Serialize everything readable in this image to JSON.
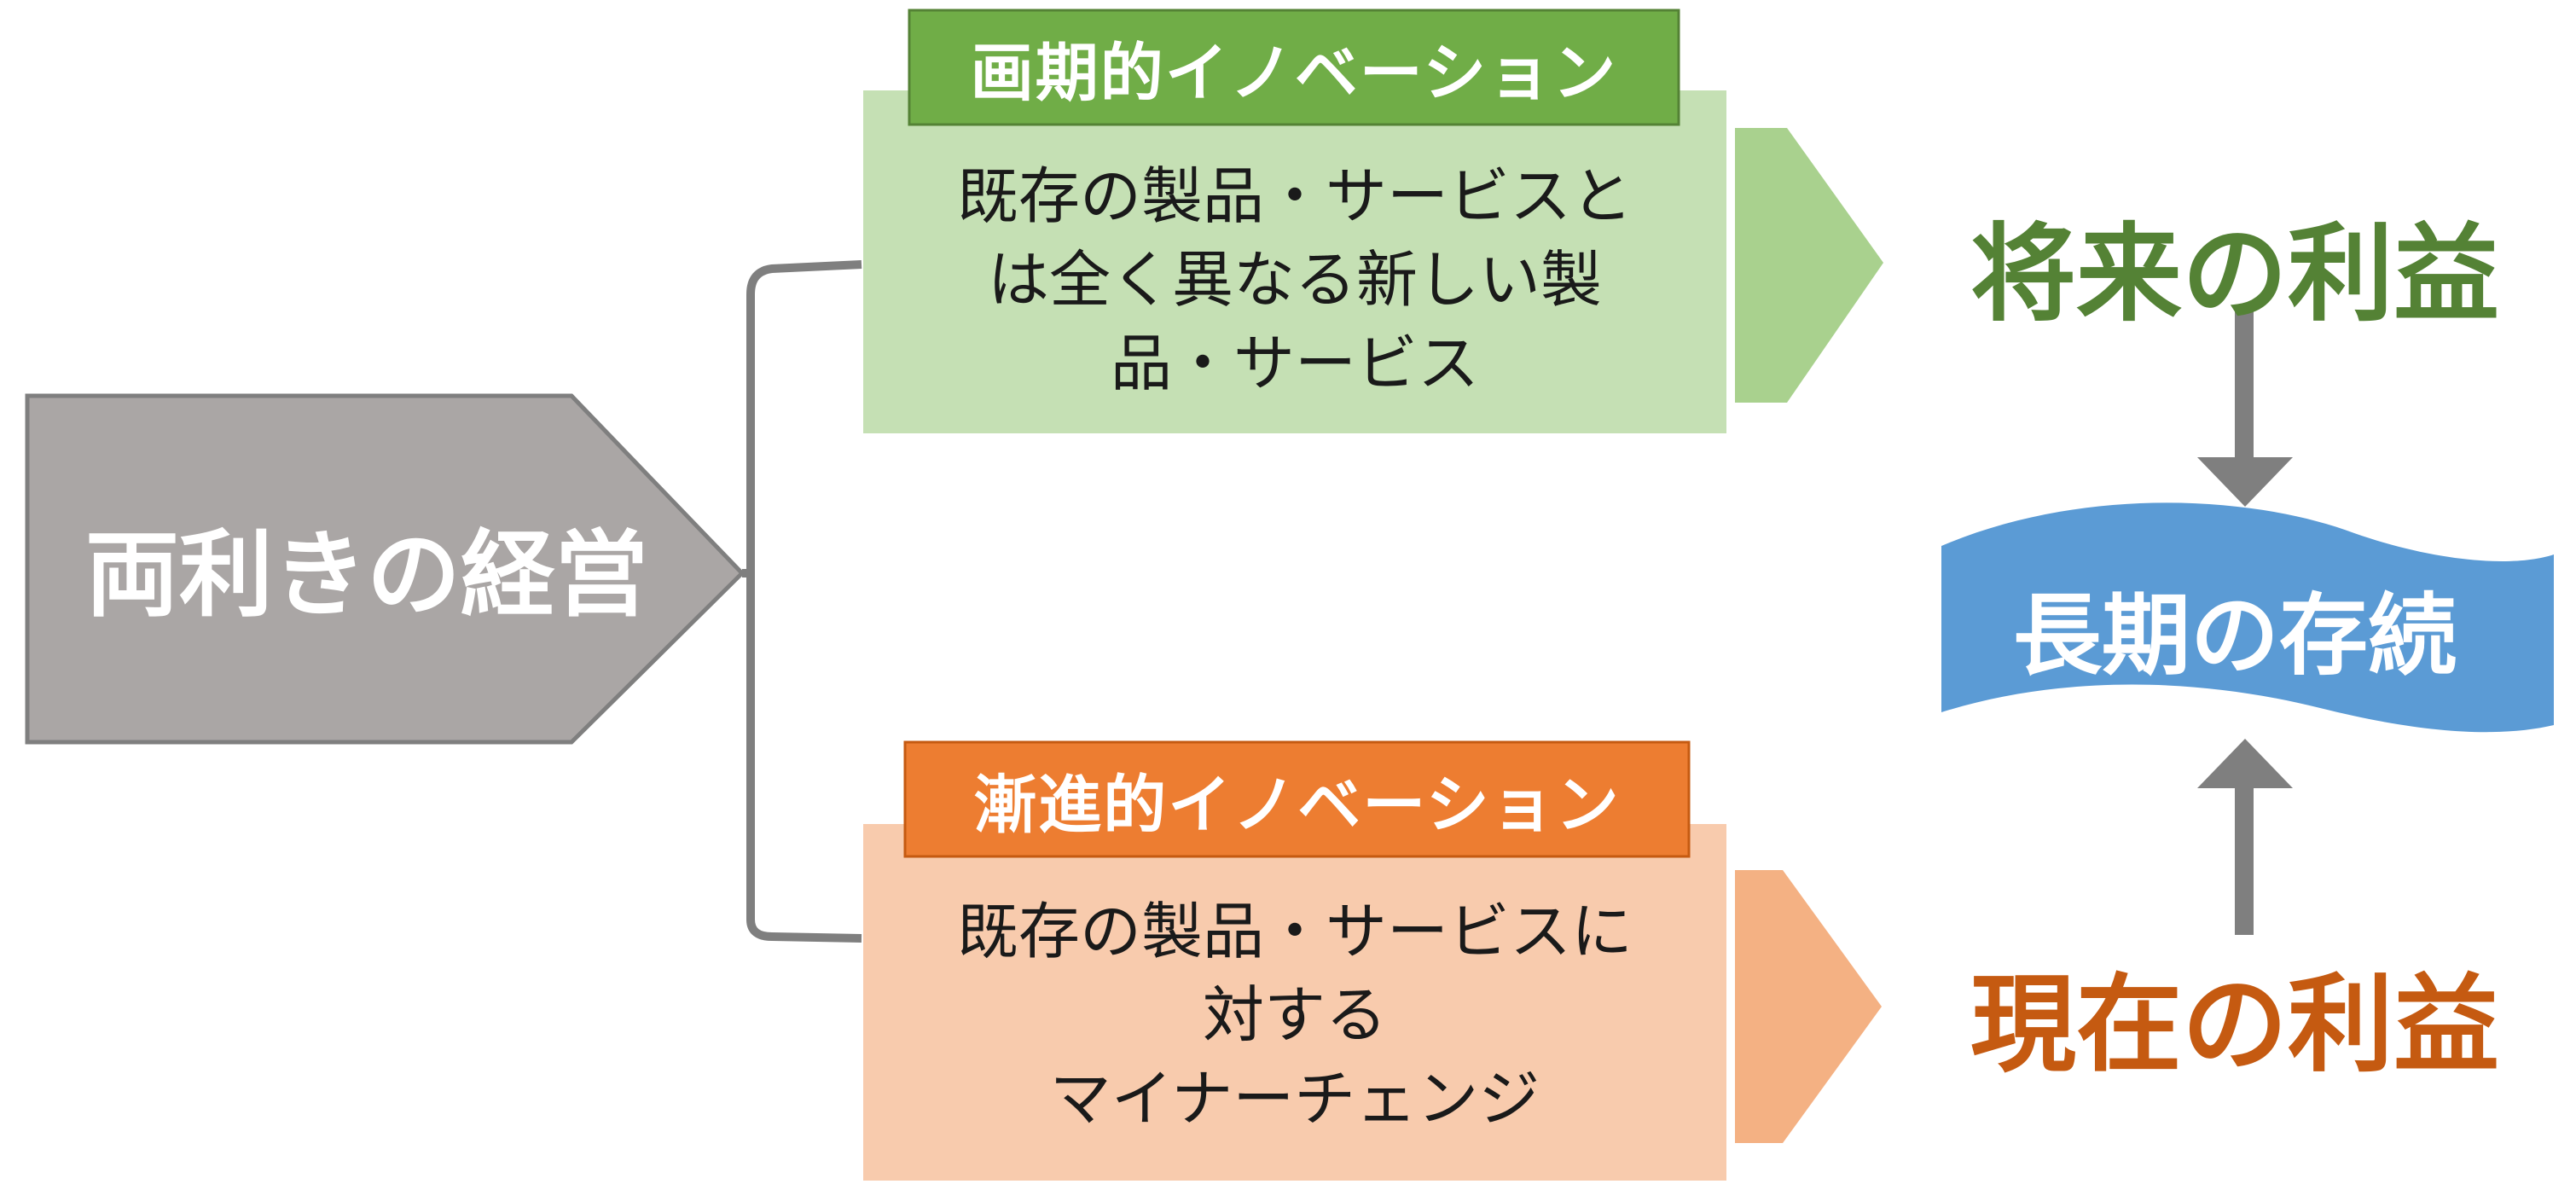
{
  "main": {
    "label": "両利きの経営"
  },
  "radical": {
    "title": "画期的イノベーション",
    "lines": [
      "既存の製品・サービスと",
      "は全く異なる新しい製",
      "品・サービス"
    ]
  },
  "incremental": {
    "title": "漸進的イノベーション",
    "lines": [
      "既存の製品・サービスに",
      "対する",
      "マイナーチェンジ"
    ]
  },
  "outcomes": {
    "future": "将来の利益",
    "present": "現在の利益",
    "longterm": "長期の存続"
  },
  "colors": {
    "gray": "#aaa6a5",
    "green_dark": "#70ad47",
    "green_light": "#c5e0b4",
    "green_arrow": "#a9d18e",
    "orange_dark": "#ed7d31",
    "orange_light": "#f8cbad",
    "orange_arrow": "#f4b183",
    "blue": "#5b9bd5",
    "future_text": "#548235",
    "present_text": "#c55a11"
  }
}
